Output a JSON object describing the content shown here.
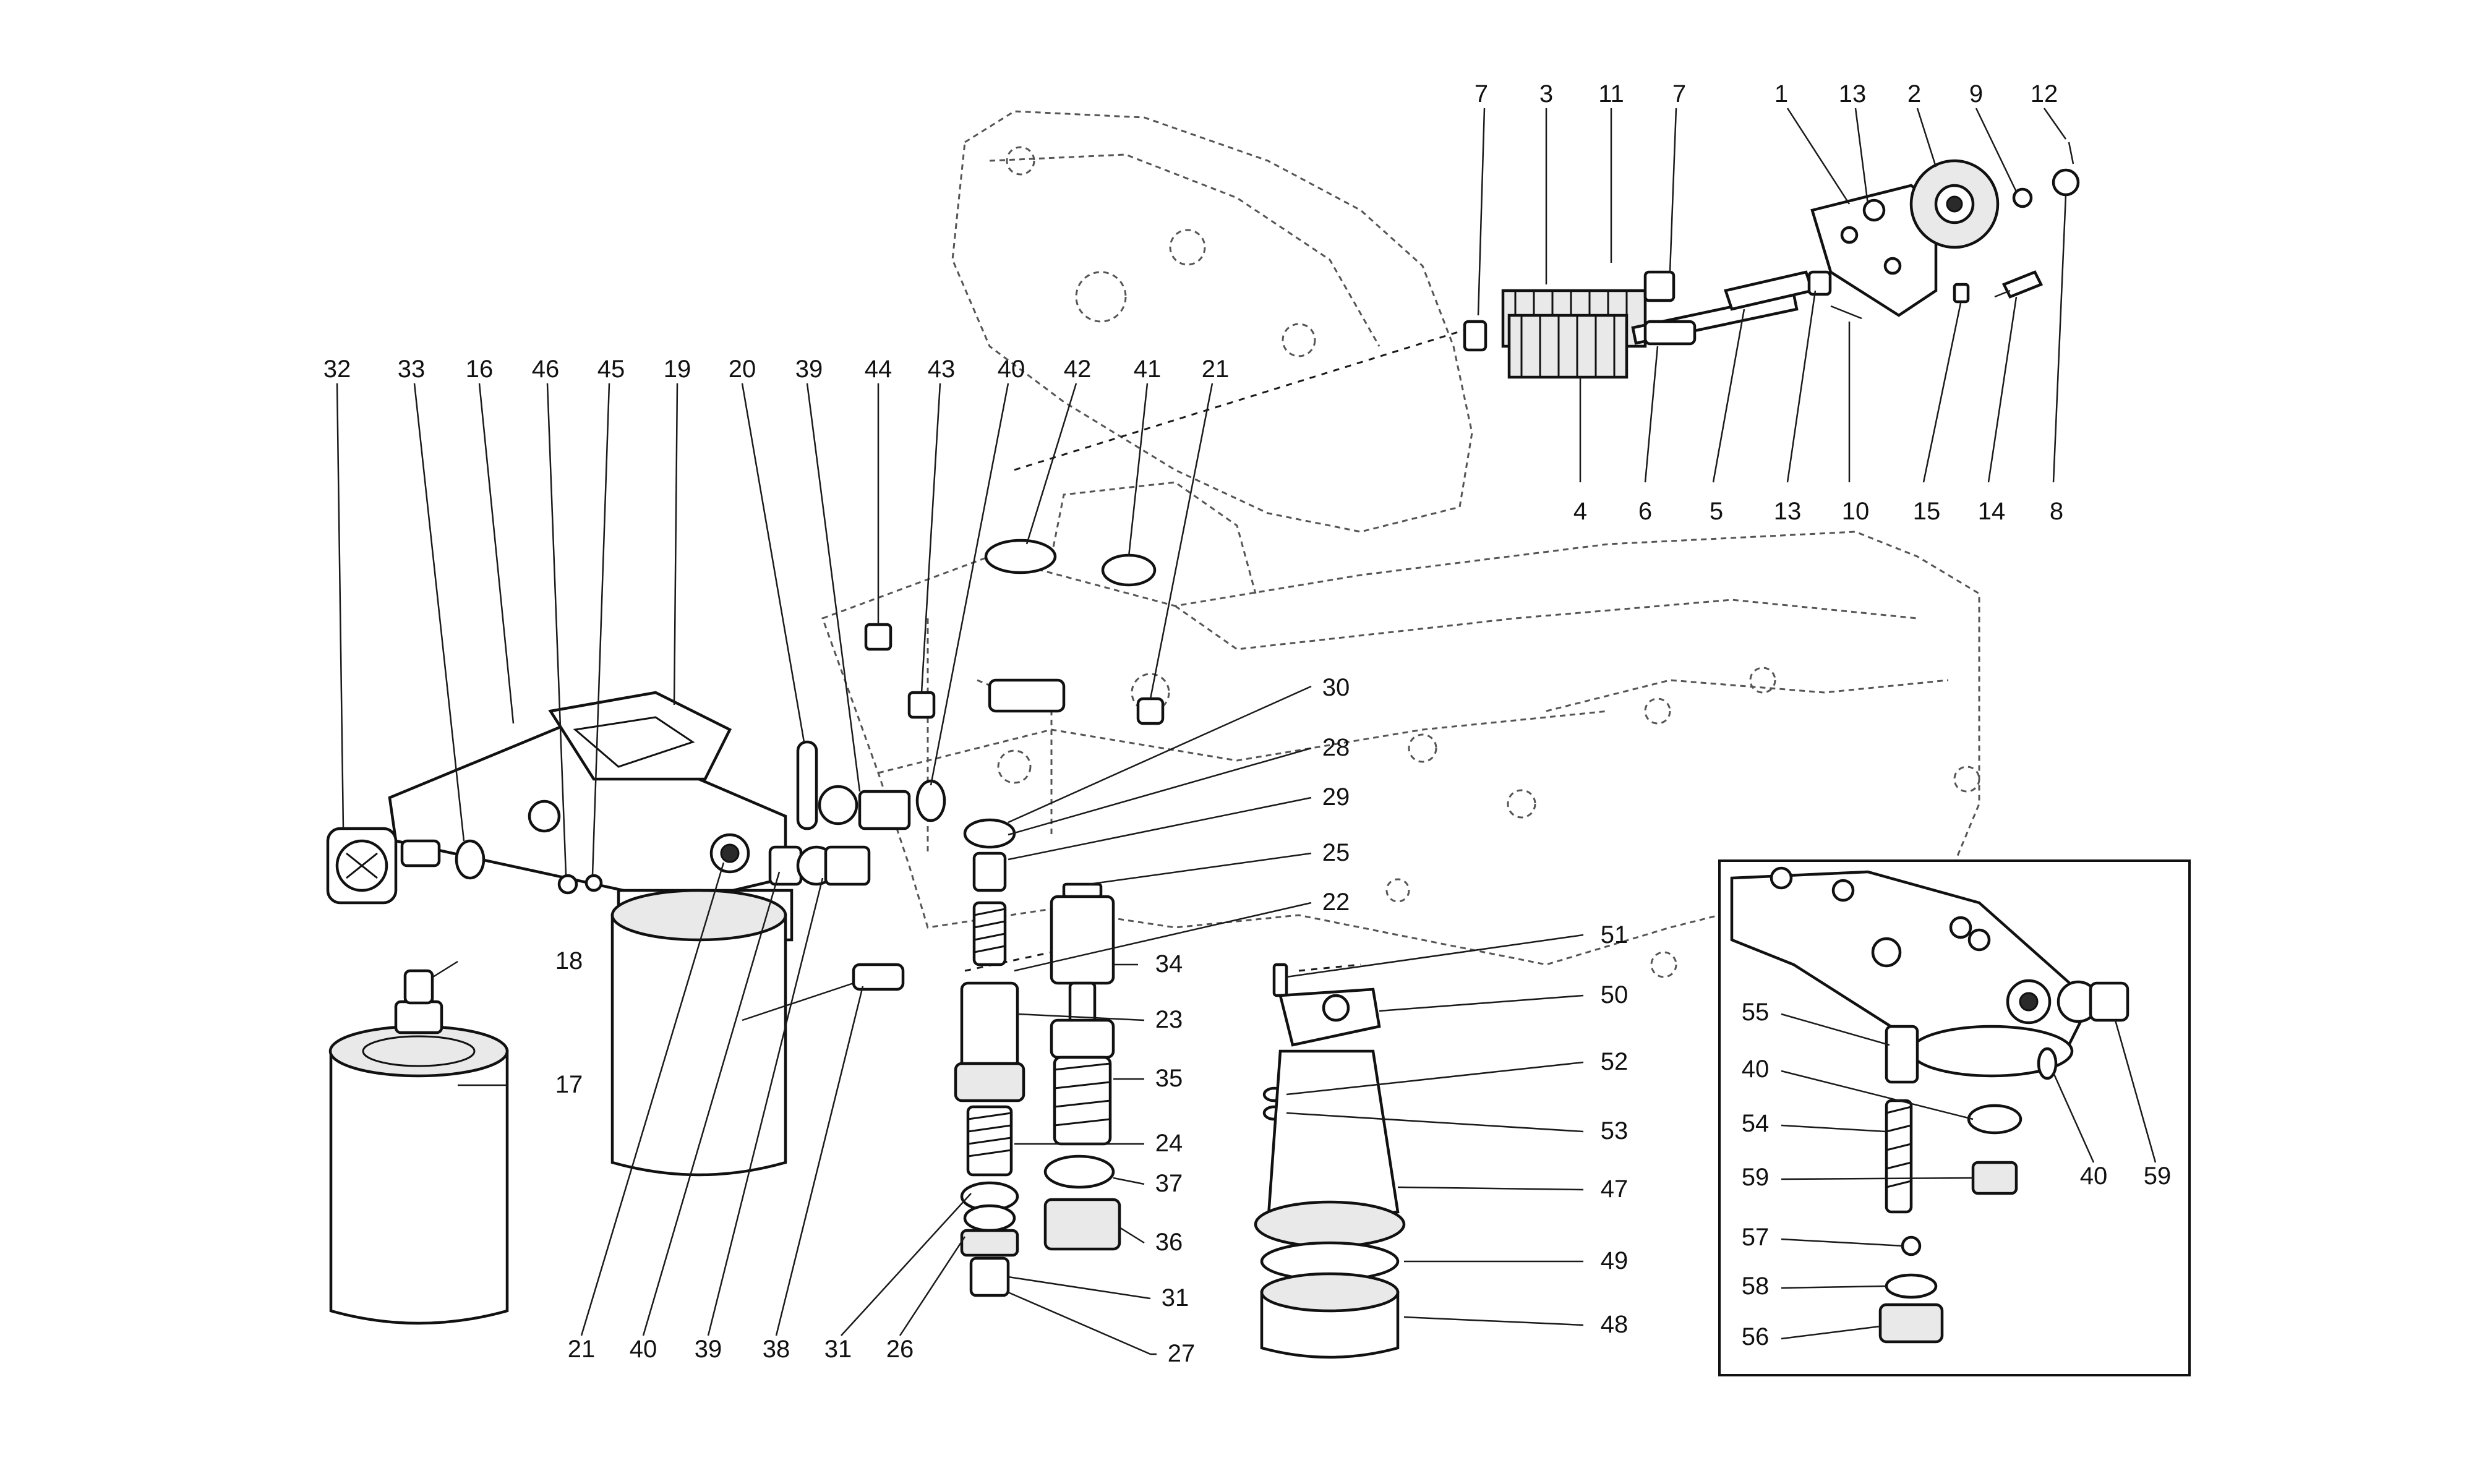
{
  "labels": {
    "l1": "1",
    "l2": "2",
    "l3": "3",
    "l4": "4",
    "l5": "5",
    "l6": "6",
    "l7": "7",
    "l8": "8",
    "l9": "9",
    "l10": "10",
    "l11": "11",
    "l12": "12",
    "l13": "13",
    "l14": "14",
    "l15": "15",
    "l16": "16",
    "l17": "17",
    "l18": "18",
    "l19": "19",
    "l20": "20",
    "l21": "21",
    "l22": "22",
    "l23": "23",
    "l24": "24",
    "l25": "25",
    "l26": "26",
    "l27": "27",
    "l28": "28",
    "l29": "29",
    "l30": "30",
    "l31": "31",
    "l32": "32",
    "l33": "33",
    "l34": "34",
    "l35": "35",
    "l36": "36",
    "l37": "37",
    "l38": "38",
    "l39": "39",
    "l40": "40",
    "l41": "41",
    "l42": "42",
    "l43": "43",
    "l44": "44",
    "l45": "45",
    "l46": "46",
    "l47": "47",
    "l48": "48",
    "l49": "49",
    "l50": "50",
    "l51": "51",
    "l52": "52",
    "l53": "53",
    "l54": "54",
    "l55": "55",
    "l56": "56",
    "l57": "57",
    "l58": "58",
    "l59": "59"
  }
}
